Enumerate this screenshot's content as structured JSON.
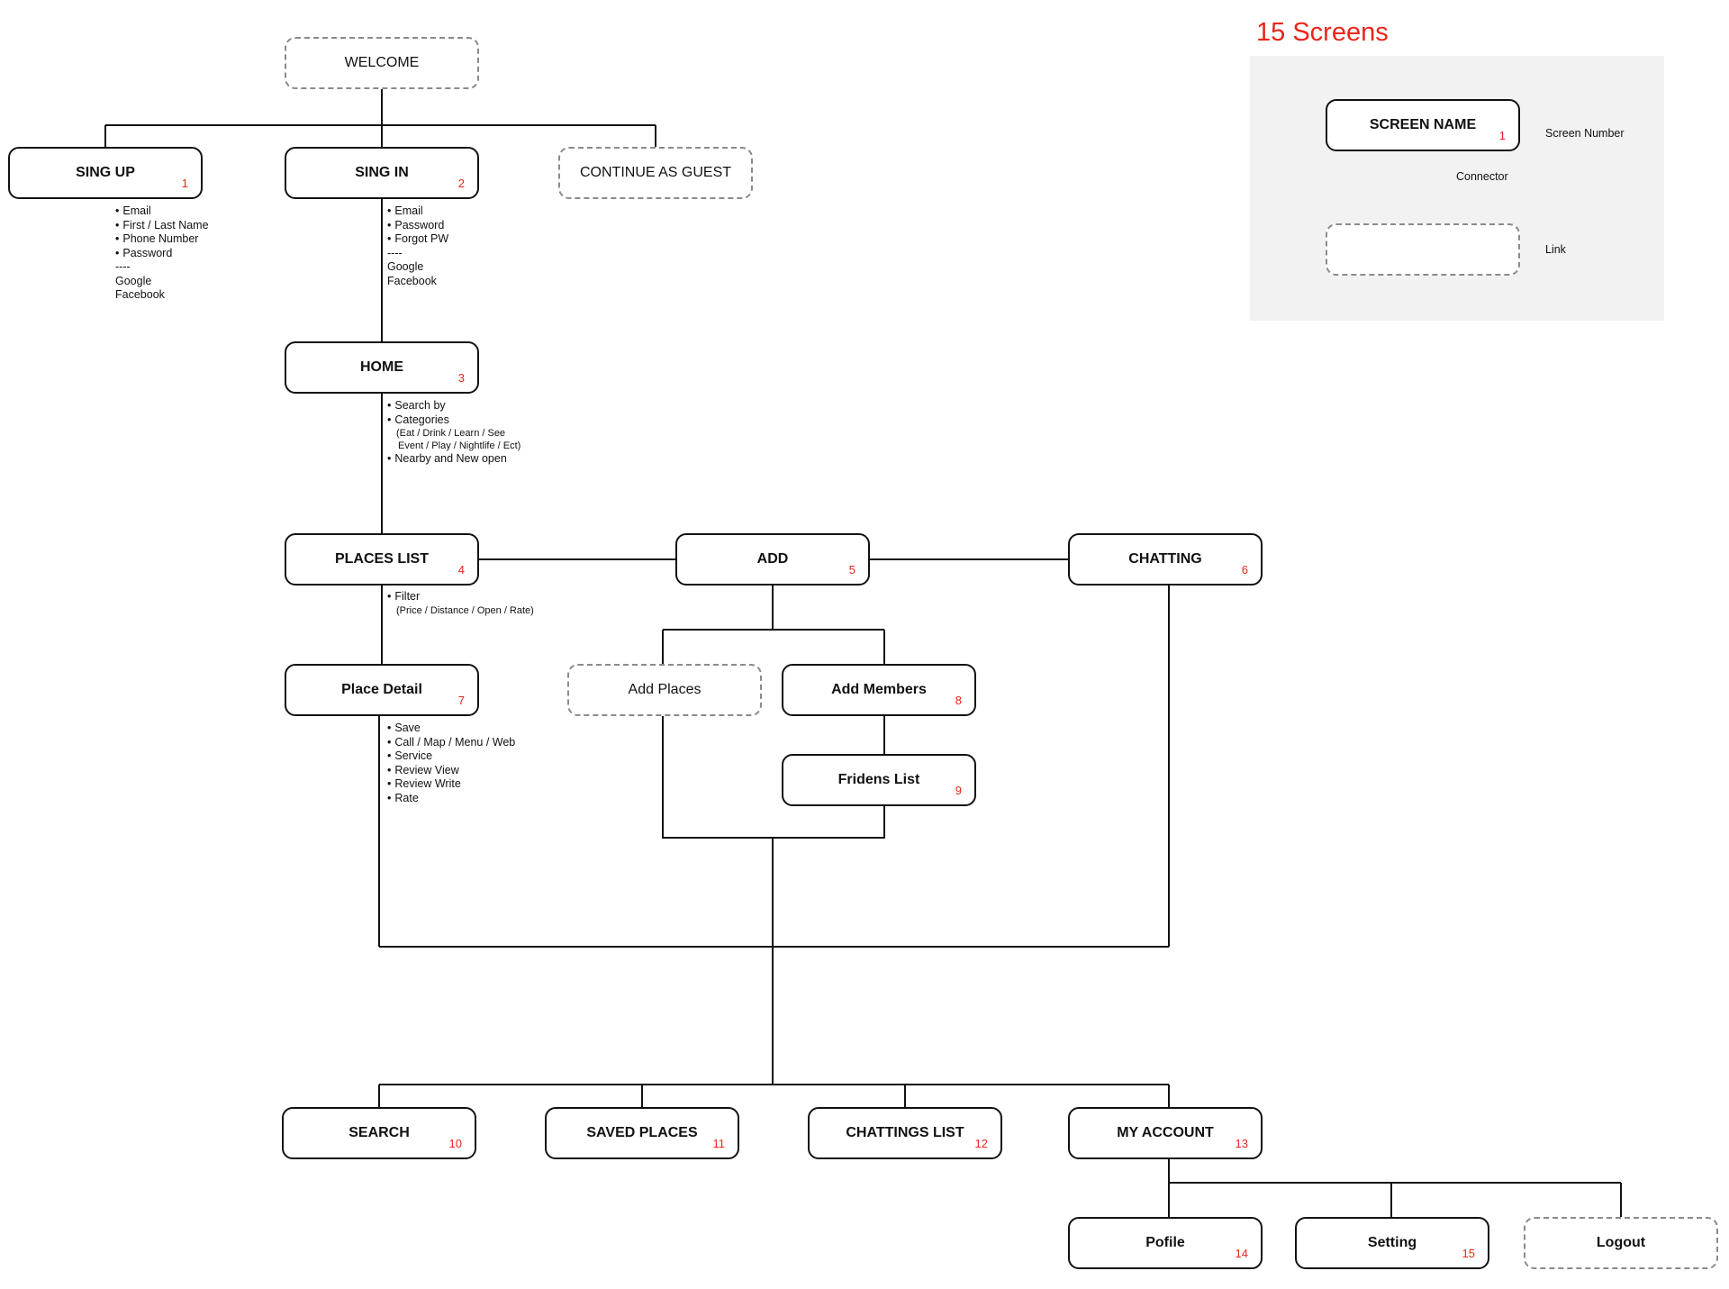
{
  "legend": {
    "title": "15 Screens",
    "sample_screen": "SCREEN NAME",
    "sample_number": "1",
    "screen_number_label": "Screen Number",
    "connector_label": "Connector",
    "link_label": "Link"
  },
  "nodes": {
    "welcome": {
      "label": "WELCOME"
    },
    "signup": {
      "label": "SING UP",
      "num": "1"
    },
    "signin": {
      "label": "SING IN",
      "num": "2"
    },
    "guest": {
      "label": "CONTINUE AS GUEST"
    },
    "home": {
      "label": "HOME",
      "num": "3"
    },
    "places_list": {
      "label": "PLACES LIST",
      "num": "4"
    },
    "add": {
      "label": "ADD",
      "num": "5"
    },
    "chatting": {
      "label": "CHATTING",
      "num": "6"
    },
    "place_detail": {
      "label": "Place Detail",
      "num": "7"
    },
    "add_places": {
      "label": "Add Places"
    },
    "add_members": {
      "label": "Add Members",
      "num": "8"
    },
    "friends_list": {
      "label": "Fridens List",
      "num": "9"
    },
    "search": {
      "label": "SEARCH",
      "num": "10"
    },
    "saved_places": {
      "label": "SAVED PLACES",
      "num": "11"
    },
    "chattings_list": {
      "label": "CHATTINGS LIST",
      "num": "12"
    },
    "my_account": {
      "label": "MY ACCOUNT",
      "num": "13"
    },
    "profile": {
      "label": "Pofile",
      "num": "14"
    },
    "setting": {
      "label": "Setting",
      "num": "15"
    },
    "logout": {
      "label": "Logout"
    }
  },
  "notes": {
    "signup": [
      "Email",
      "First / Last Name",
      "Phone Number",
      "Password",
      "----",
      "Google",
      "Facebook"
    ],
    "signin": [
      "Email",
      "Password",
      "Forgot PW",
      "----",
      "Google",
      "Facebook"
    ],
    "home": [
      "Search by",
      "Categories",
      "(Eat / Drink / Learn / See",
      "Event / Play / Nightlife / Ect)",
      "Nearby and New open"
    ],
    "places_list": [
      "Filter",
      "(Price / Distance / Open / Rate)"
    ],
    "place_detail": [
      "Save",
      "Call / Map / Menu / Web",
      "Service",
      "Review View",
      "Review Write",
      "Rate"
    ]
  }
}
